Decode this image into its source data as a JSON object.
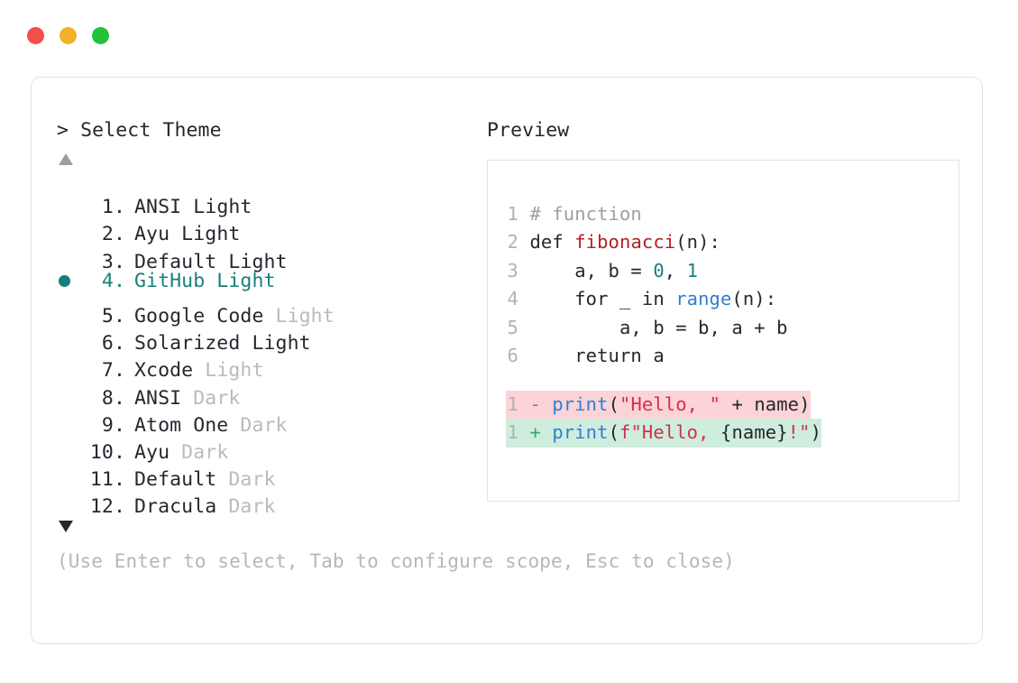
{
  "titlebar": {
    "buttons": [
      {
        "name": "close",
        "color": "#f05048"
      },
      {
        "name": "minimize",
        "color": "#f3b02c"
      },
      {
        "name": "maximize",
        "color": "#23c13c"
      }
    ]
  },
  "prompt": {
    "chevron": ">",
    "title": "Select Theme"
  },
  "scroll": {
    "up_arrow": "▲",
    "down_arrow": "▼"
  },
  "theme_list": {
    "selected_index": 4,
    "accent_color": "#17807c",
    "items": [
      {
        "number": "1.",
        "name": "ANSI",
        "variant": "Light",
        "variant_dim": false,
        "selected": false
      },
      {
        "number": "2.",
        "name": "Ayu",
        "variant": "Light",
        "variant_dim": false,
        "selected": false
      },
      {
        "number": "3.",
        "name": "Default",
        "variant": "Light",
        "variant_dim": false,
        "selected": false
      },
      {
        "number": "4.",
        "name": "GitHub",
        "variant": "Light",
        "variant_dim": false,
        "selected": true
      },
      {
        "number": "5.",
        "name": "Google Code",
        "variant": "Light",
        "variant_dim": true,
        "selected": false
      },
      {
        "number": "6.",
        "name": "Solarized",
        "variant": "Light",
        "variant_dim": false,
        "selected": false
      },
      {
        "number": "7.",
        "name": "Xcode",
        "variant": "Light",
        "variant_dim": true,
        "selected": false
      },
      {
        "number": "8.",
        "name": "ANSI",
        "variant": "Dark",
        "variant_dim": true,
        "selected": false
      },
      {
        "number": "9.",
        "name": "Atom One",
        "variant": "Dark",
        "variant_dim": true,
        "selected": false
      },
      {
        "number": "10.",
        "name": "Ayu",
        "variant": "Dark",
        "variant_dim": true,
        "selected": false
      },
      {
        "number": "11.",
        "name": "Default",
        "variant": "Dark",
        "variant_dim": true,
        "selected": false
      },
      {
        "number": "12.",
        "name": "Dracula",
        "variant": "Dark",
        "variant_dim": true,
        "selected": false
      }
    ]
  },
  "preview": {
    "title": "Preview",
    "code_lines": [
      {
        "num": "1",
        "tokens": [
          {
            "t": "# function",
            "c": "comment"
          }
        ]
      },
      {
        "num": "2",
        "tokens": [
          {
            "t": "def ",
            "c": "kw"
          },
          {
            "t": "fibonacci",
            "c": "fn"
          },
          {
            "t": "(n):",
            "c": "plain"
          }
        ]
      },
      {
        "num": "3",
        "tokens": [
          {
            "t": "    a, b = ",
            "c": "plain"
          },
          {
            "t": "0",
            "c": "num"
          },
          {
            "t": ", ",
            "c": "plain"
          },
          {
            "t": "1",
            "c": "num"
          }
        ]
      },
      {
        "num": "4",
        "tokens": [
          {
            "t": "    for _ in ",
            "c": "plain"
          },
          {
            "t": "range",
            "c": "builtin"
          },
          {
            "t": "(n):",
            "c": "plain"
          }
        ]
      },
      {
        "num": "5",
        "tokens": [
          {
            "t": "        a, b = b, a + b",
            "c": "plain"
          }
        ]
      },
      {
        "num": "6",
        "tokens": [
          {
            "t": "    return a",
            "c": "plain"
          }
        ]
      }
    ],
    "diff_lines": [
      {
        "num": "1",
        "kind": "minus",
        "mark": "-",
        "tokens": [
          {
            "t": "print",
            "c": "builtin"
          },
          {
            "t": "(",
            "c": "plain"
          },
          {
            "t": "\"Hello, \"",
            "c": "str"
          },
          {
            "t": " + name)",
            "c": "plain"
          }
        ]
      },
      {
        "num": "1",
        "kind": "plus",
        "mark": "+",
        "tokens": [
          {
            "t": "print",
            "c": "builtin"
          },
          {
            "t": "(",
            "c": "plain"
          },
          {
            "t": "f\"Hello, ",
            "c": "str"
          },
          {
            "t": "{name}",
            "c": "plain"
          },
          {
            "t": "!\"",
            "c": "str"
          },
          {
            "t": ")",
            "c": "plain"
          }
        ]
      }
    ]
  },
  "hint": {
    "text": "(Use Enter to select, Tab to configure scope, Esc to close)"
  }
}
